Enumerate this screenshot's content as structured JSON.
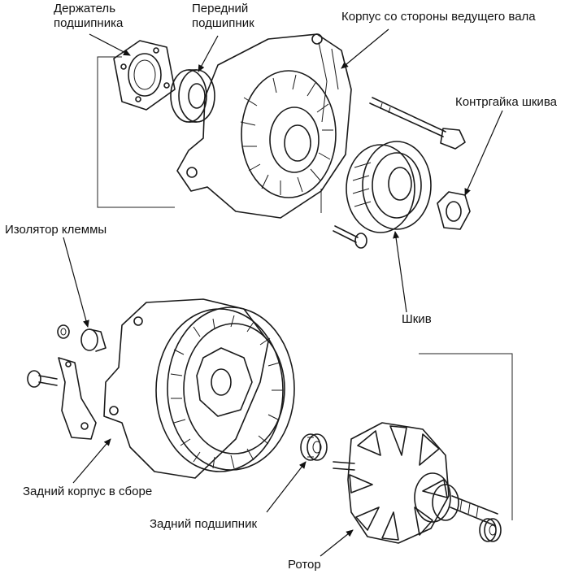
{
  "labels": {
    "bearing_holder": "Держатель подшипника",
    "front_bearing": "Передний подшипник",
    "drive_end_housing": "Корпус со стороны ведущего вала",
    "pulley_lock_nut": "Контргайка шкива",
    "terminal_insulator": "Изолятор клеммы",
    "pulley": "Шкив",
    "rear_housing_assembly": "Задний корпус в сборе",
    "rear_bearing": "Задний подшипник",
    "rotor": "Ротор"
  },
  "icons": [
    "arrow-leader"
  ]
}
